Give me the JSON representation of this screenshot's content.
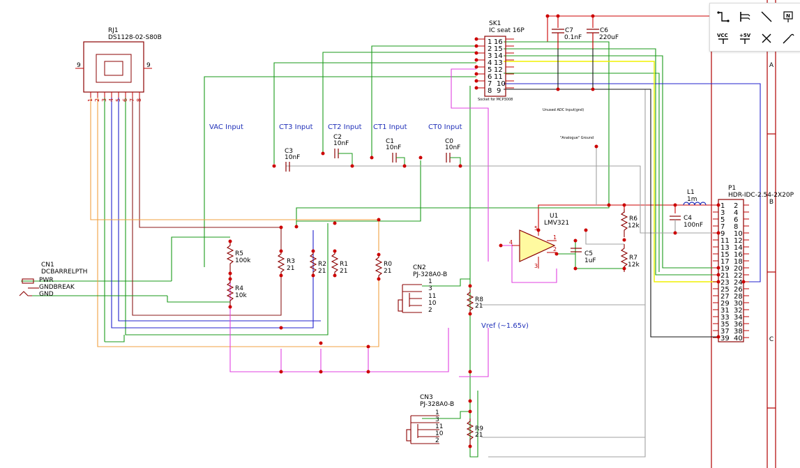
{
  "toolbar": {
    "tools": [
      {
        "name": "wire-tool-icon"
      },
      {
        "name": "bus-tool-icon"
      },
      {
        "name": "line-tool-icon"
      },
      {
        "name": "net-label-tool-icon",
        "label": "N"
      },
      {
        "name": "vcc-tool-icon",
        "label": "VCC"
      },
      {
        "name": "plus5v-tool-icon",
        "label": "+5V"
      },
      {
        "name": "no-connect-tool-icon"
      },
      {
        "name": "probe-tool-icon"
      }
    ]
  },
  "sheet": {
    "border_row_labels": [
      "A",
      "B",
      "C"
    ]
  },
  "sections": {
    "vac": "VAC Input",
    "ct3": "CT3 Input",
    "ct2": "CT2 Input",
    "ct1": "CT1 Input",
    "ct0": "CT0 Input",
    "unused_adc": "Unused ADC Input(gnd)",
    "analogue_ground": "\"Analogue\" Ground",
    "vref": "Vref (~1.65v)"
  },
  "components": {
    "rj1": {
      "ref": "RJ1",
      "value": "DS1128-02-S80B",
      "side_pin": "9",
      "pins": [
        "1",
        "2",
        "3",
        "4",
        "5",
        "6",
        "7",
        "8"
      ]
    },
    "sk1": {
      "ref": "SK1",
      "value": "IC seat 16P",
      "note": "Socket for MCP3008",
      "left_pins": [
        "1",
        "2",
        "3",
        "4",
        "5",
        "6",
        "7",
        "8"
      ],
      "right_pins": [
        "16",
        "15",
        "14",
        "13",
        "12",
        "11",
        "10",
        "9"
      ]
    },
    "c7": {
      "ref": "C7",
      "value": "0.1nF"
    },
    "c6": {
      "ref": "C6",
      "value": "220uF"
    },
    "c3": {
      "ref": "C3",
      "value": "10nF"
    },
    "c2": {
      "ref": "C2",
      "value": "10nF"
    },
    "c1": {
      "ref": "C1",
      "value": "10nF"
    },
    "c0": {
      "ref": "C0",
      "value": "10nF"
    },
    "c4": {
      "ref": "C4",
      "value": "100nF"
    },
    "c5": {
      "ref": "C5",
      "value": "1uF"
    },
    "l1": {
      "ref": "L1",
      "value": "1m"
    },
    "u1": {
      "ref": "U1",
      "value": "LMV321",
      "pins": [
        "1",
        "2",
        "3",
        "4",
        "5"
      ]
    },
    "r5": {
      "ref": "R5",
      "value": "100k"
    },
    "r4": {
      "ref": "R4",
      "value": "10k"
    },
    "r3": {
      "ref": "R3",
      "value": "21"
    },
    "r2": {
      "ref": "R2",
      "value": "21"
    },
    "r1": {
      "ref": "R1",
      "value": "21"
    },
    "r0": {
      "ref": "R0",
      "value": "21"
    },
    "r6": {
      "ref": "R6",
      "value": "12k"
    },
    "r7": {
      "ref": "R7",
      "value": "12k"
    },
    "r8": {
      "ref": "R8",
      "value": "21"
    },
    "r9": {
      "ref": "R9",
      "value": "21"
    },
    "cn1": {
      "ref": "CN1",
      "value": "DCBARRELPTH",
      "pins": [
        "PWR",
        "GNDBREAK",
        "GND"
      ]
    },
    "cn2": {
      "ref": "CN2",
      "value": "PJ-328A0-B",
      "pins": [
        "1",
        "3",
        "11",
        "10",
        "2"
      ]
    },
    "cn3": {
      "ref": "CN3",
      "value": "PJ-328A0-B",
      "pins": [
        "1",
        "3",
        "11",
        "10",
        "2"
      ]
    },
    "p1": {
      "ref": "P1",
      "value": "HDR-IDC-2.54-2X20P",
      "rows": [
        [
          "1",
          "2"
        ],
        [
          "3",
          "4"
        ],
        [
          "5",
          "6"
        ],
        [
          "7",
          "8"
        ],
        [
          "9",
          "10"
        ],
        [
          "11",
          "12"
        ],
        [
          "13",
          "14"
        ],
        [
          "15",
          "16"
        ],
        [
          "17",
          "18"
        ],
        [
          "19",
          "20"
        ],
        [
          "21",
          "22"
        ],
        [
          "23",
          "24"
        ],
        [
          "25",
          "26"
        ],
        [
          "27",
          "28"
        ],
        [
          "29",
          "30"
        ],
        [
          "31",
          "32"
        ],
        [
          "33",
          "34"
        ],
        [
          "35",
          "36"
        ],
        [
          "37",
          "38"
        ],
        [
          "39",
          "40"
        ]
      ]
    }
  },
  "colors": {
    "symbol": "#8b0000",
    "pin": "#c00000",
    "junction": "#cc0000",
    "label_blue": "#1f2fb8",
    "wire_red": "#cc0000",
    "wire_green": "#1a9a1a",
    "wire_blue": "#2020cc",
    "wire_dark_red": "#8b1a1a",
    "wire_orange": "#f0a040",
    "wire_magenta": "#e040e0",
    "wire_yellow": "#f0f000",
    "wire_gray": "#a0a0a0",
    "wire_black": "#111111",
    "sheet_border": "#b00000"
  }
}
